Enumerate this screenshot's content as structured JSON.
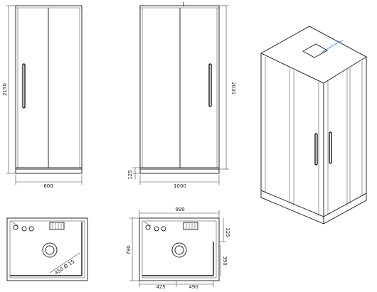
{
  "front_small": {
    "height_label": "2150",
    "width_label": "600"
  },
  "front_large": {
    "height_label": "2030",
    "width_label": "1000",
    "tray_height_label": "125"
  },
  "plan_small": {
    "waste_label": "450 Ø 15"
  },
  "plan_large": {
    "width_label": "990",
    "depth_label": "790",
    "offset_right_label": "325",
    "offset_right_lower_label": "390",
    "bottom_left_label": "425",
    "bottom_right_label": "490"
  },
  "colors": {
    "line": "#2a2a2a",
    "background": "#ffffff",
    "accent_cable": "#3a7bd5"
  }
}
